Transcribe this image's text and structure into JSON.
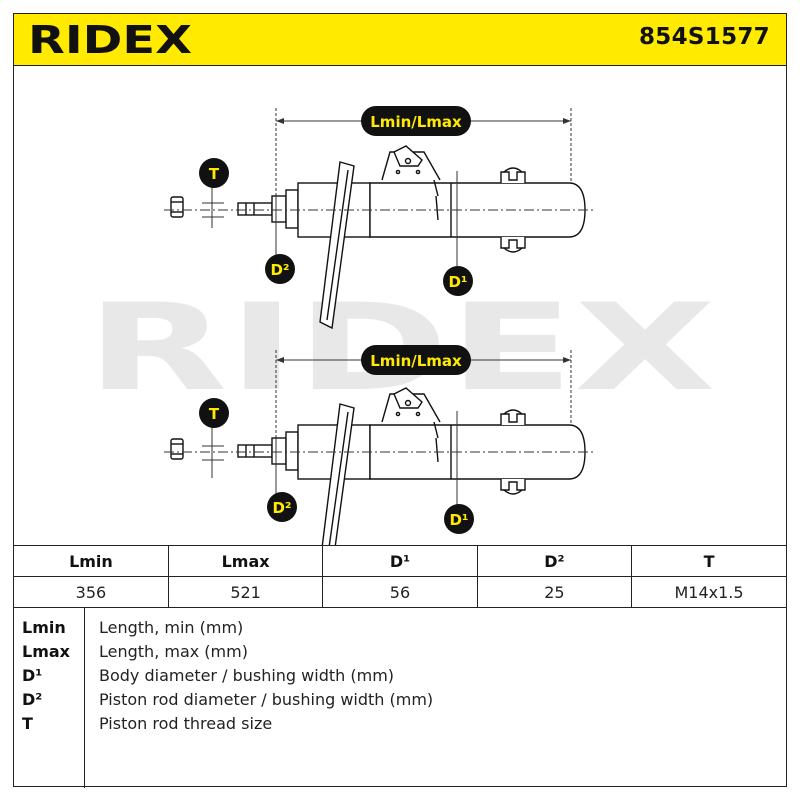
{
  "header": {
    "brand": "RIDEX",
    "part_number": "854S1577"
  },
  "diagram": {
    "watermark": "RIDEX",
    "labels": {
      "length": "Lmin/Lmax",
      "thread": "T",
      "rod_diameter": "D²",
      "body_diameter": "D¹"
    }
  },
  "spec_table": {
    "headers": [
      "Lmin",
      "Lmax",
      "D¹",
      "D²",
      "T"
    ],
    "values": [
      "356",
      "521",
      "56",
      "25",
      "M14x1.5"
    ]
  },
  "legend": [
    {
      "key": "Lmin",
      "desc": "Length, min (mm)"
    },
    {
      "key": "Lmax",
      "desc": "Length, max (mm)"
    },
    {
      "key": "D¹",
      "desc": "Body diameter / bushing width (mm)"
    },
    {
      "key": "D²",
      "desc": "Piston rod diameter / bushing width (mm)"
    },
    {
      "key": "T",
      "desc": "Piston rod thread size"
    }
  ],
  "colors": {
    "brand_yellow": "#FFEA00",
    "badge_fill": "#111111",
    "badge_text": "#FFEA00",
    "watermark": "#e6e6e6"
  }
}
